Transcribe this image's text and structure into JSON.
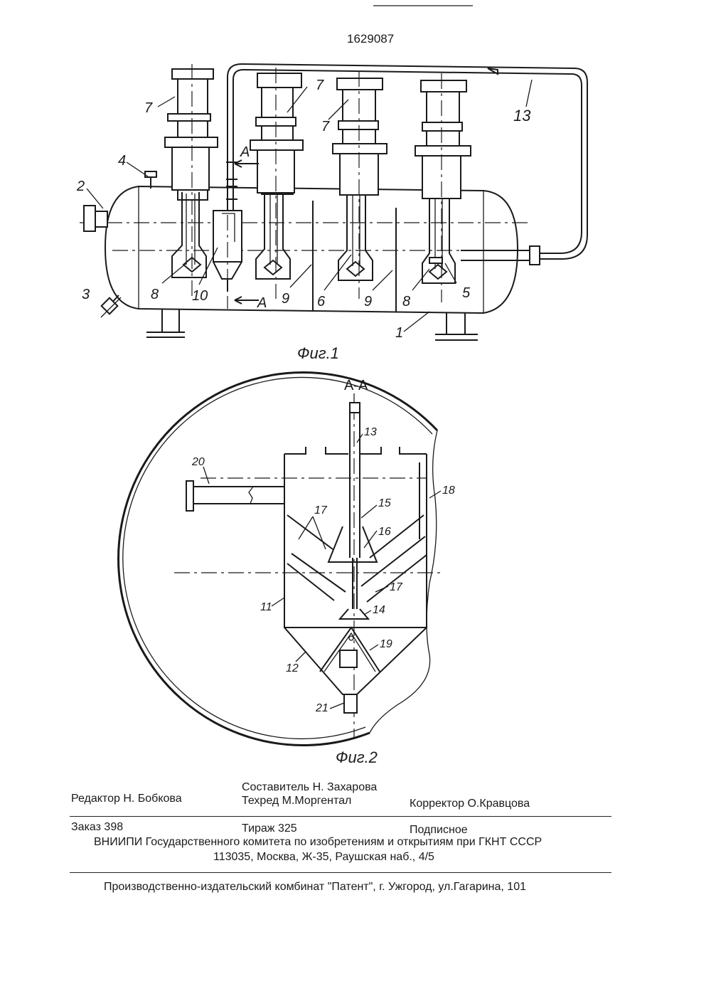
{
  "patent_number": "1629087",
  "figure1": {
    "caption": "Фиг.1",
    "labels": {
      "l7a": "7",
      "l7b": "7",
      "l7c": "7",
      "l13": "13",
      "l4": "4",
      "l2": "2",
      "lA1": "A",
      "lA2": "A",
      "l3": "3",
      "l8a": "8",
      "l10": "10",
      "l9a": "9",
      "l6": "6",
      "l9b": "9",
      "l8b": "8",
      "l5": "5",
      "l1": "1"
    }
  },
  "figure2": {
    "caption": "Фиг.2",
    "section_label": "А-А",
    "labels": {
      "l13": "13",
      "l20": "20",
      "l18": "18",
      "l15": "15",
      "l17a": "17",
      "l16": "16",
      "l17b": "17",
      "l11": "11",
      "l14": "14",
      "l19": "19",
      "l12": "12",
      "l21": "21"
    }
  },
  "imprint": {
    "editor": "Редактор   Н. Бобкова",
    "compiler": "Составитель  Н. Захарова",
    "techred": "Техред М.Моргентал",
    "corrector": "Корректор О.Кравцова",
    "order": "Заказ  398",
    "circulation": "Тираж  325",
    "subscription": "Подписное",
    "publisher": "ВНИИПИ Государственного комитета по изобретениям и открытиям при ГКНТ СССР",
    "address": "113035, Москва, Ж-35, Раушская наб., 4/5",
    "printer": "Производственно-издательский комбинат \"Патент\", г. Ужгород, ул.Гагарина, 101"
  }
}
